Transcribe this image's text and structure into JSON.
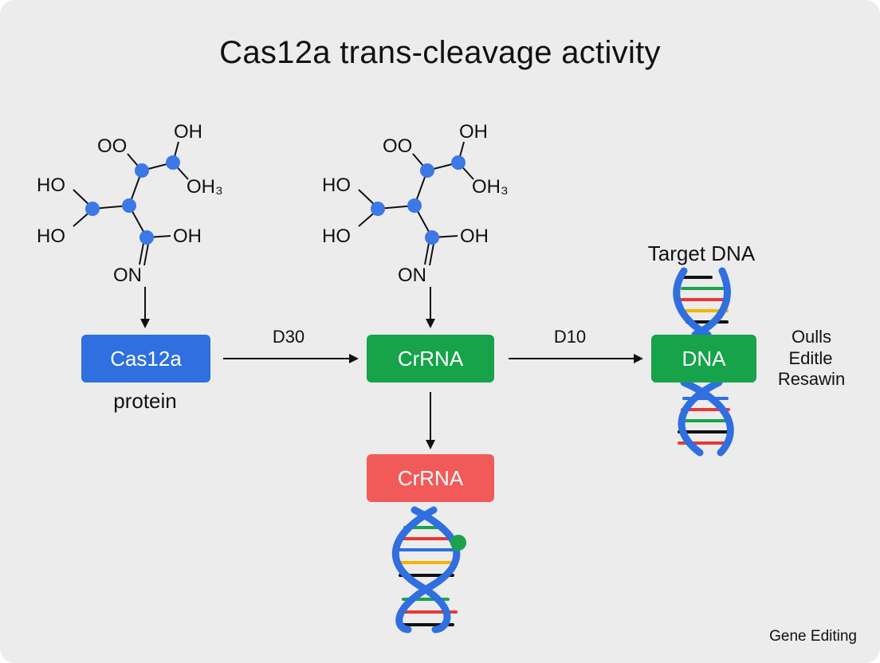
{
  "title": "Cas12a trans-cleavage activity",
  "molecule": {
    "label_oo": "OO",
    "label_oh_top": "OH",
    "label_ho_upper": "HO",
    "label_oh3": "OH₃",
    "label_ho_lower": "HO",
    "label_oh_right": "OH",
    "label_on": "ON"
  },
  "nodes": {
    "cas12a": "Cas12a",
    "cas12a_sub": "protein",
    "crrna_main": "CrRNA",
    "dna": "DNA",
    "crrna_bottom": "CrRNA"
  },
  "edges": {
    "d30": "D30",
    "d10": "D10"
  },
  "target_label": "Target DNA",
  "side_note": [
    "Oulls",
    "Editle",
    "Resawin"
  ],
  "footer": "Gene Editing",
  "colors": {
    "blue_box": "#2f6fdf",
    "green_box": "#17a34a",
    "red_box": "#f25a5a",
    "atom": "#3c78e6",
    "helix": "#2f6fdf"
  }
}
